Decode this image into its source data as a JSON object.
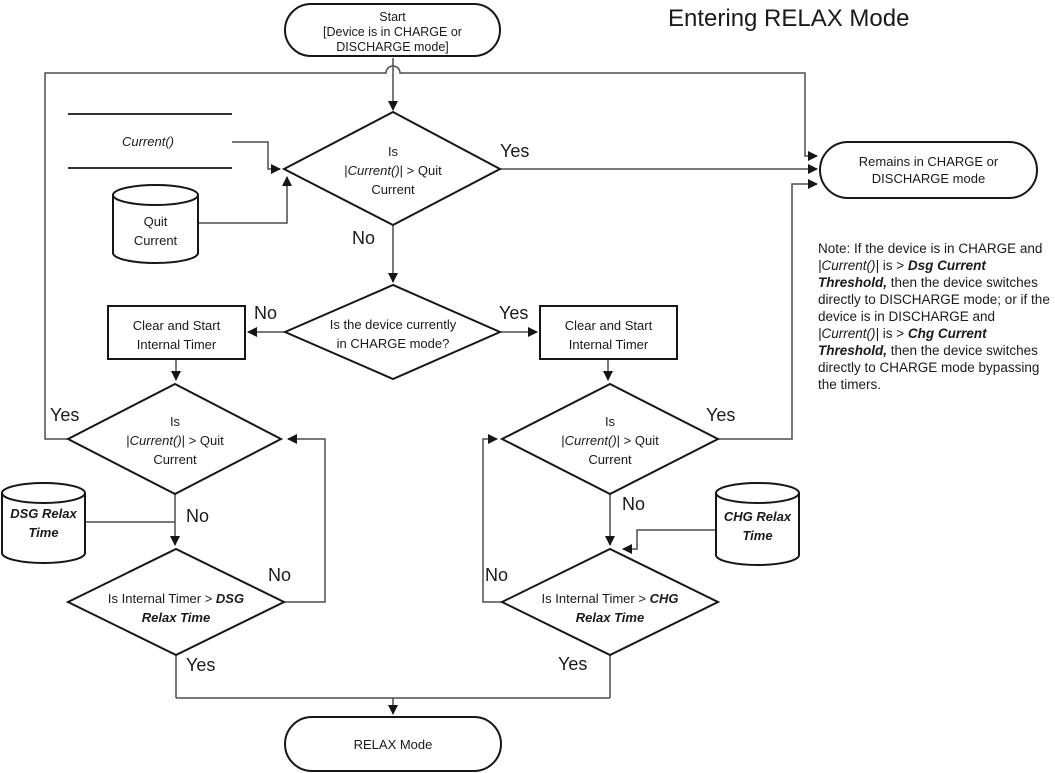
{
  "title": "Entering RELAX Mode",
  "colors": {
    "shape_stroke": "#161616",
    "connector": "#4d4d4d",
    "text": "#1a1a1a",
    "background": "#ffffff"
  },
  "nodes": {
    "start": {
      "l1": "Start",
      "l2": "[Device is in CHARGE or",
      "l3": "DISCHARGE mode]"
    },
    "remains": {
      "l1": "Remains in CHARGE or",
      "l2": "DISCHARGE mode"
    },
    "relax": {
      "l1": "RELAX Mode"
    },
    "d1": {
      "l1": "Is",
      "l2a": "|",
      "l2b": "Current()",
      "l2c": "| > Quit",
      "l3": "Current"
    },
    "d2": {
      "l1": "Is the device currently",
      "l2": "in CHARGE mode?"
    },
    "box_left": {
      "l1": "Clear and Start",
      "l2": "Internal Timer"
    },
    "box_right": {
      "l1": "Clear and Start",
      "l2": "Internal Timer"
    },
    "dL1": {
      "l1": "Is",
      "l2a": "|",
      "l2b": "Current()",
      "l2c": "| > Quit",
      "l3": "Current"
    },
    "dR1": {
      "l1": "Is",
      "l2a": "|",
      "l2b": "Current()",
      "l2c": "| > Quit",
      "l3": "Current"
    },
    "dL2": {
      "l1a": "Is Internal Timer > ",
      "l1b": "DSG",
      "l2": "Relax Time"
    },
    "dR2": {
      "l1a": "Is Internal Timer > ",
      "l1b": "CHG",
      "l2": "Relax Time"
    },
    "cyl_quit": {
      "l1": "Quit",
      "l2": "Current"
    },
    "cyl_dsg": {
      "l1": "DSG Relax",
      "l2": "Time"
    },
    "cyl_chg": {
      "l1": "CHG Relax",
      "l2": "Time"
    },
    "current_signal": {
      "label": "Current()"
    }
  },
  "edge_labels": {
    "d1_yes": "Yes",
    "d1_no": "No",
    "d2_no": "No",
    "d2_yes": "Yes",
    "dL1_yes": "Yes",
    "dL1_no": "No",
    "dL2_no": "No",
    "dL2_yes": "Yes",
    "dR1_yes": "Yes",
    "dR1_no": "No",
    "dR2_no": "No",
    "dR2_yes": "Yes"
  },
  "note": {
    "parts": [
      {
        "text": "Note: If the device is in CHARGE and ",
        "style": "normal"
      },
      {
        "text": "|Current()|",
        "style": "italic"
      },
      {
        "text": " is > ",
        "style": "normal"
      },
      {
        "text": "Dsg Current Threshold,",
        "style": "bold-italic"
      },
      {
        "text": " then the device switches directly to DISCHARGE mode; or if the device is in DISCHARGE and ",
        "style": "normal"
      },
      {
        "text": "|Current()|",
        "style": "italic"
      },
      {
        "text": " is > ",
        "style": "normal"
      },
      {
        "text": "Chg Current Threshold,",
        "style": "bold-italic"
      },
      {
        "text": " then the device switches directly to CHARGE mode bypassing the timers.",
        "style": "normal"
      }
    ]
  }
}
